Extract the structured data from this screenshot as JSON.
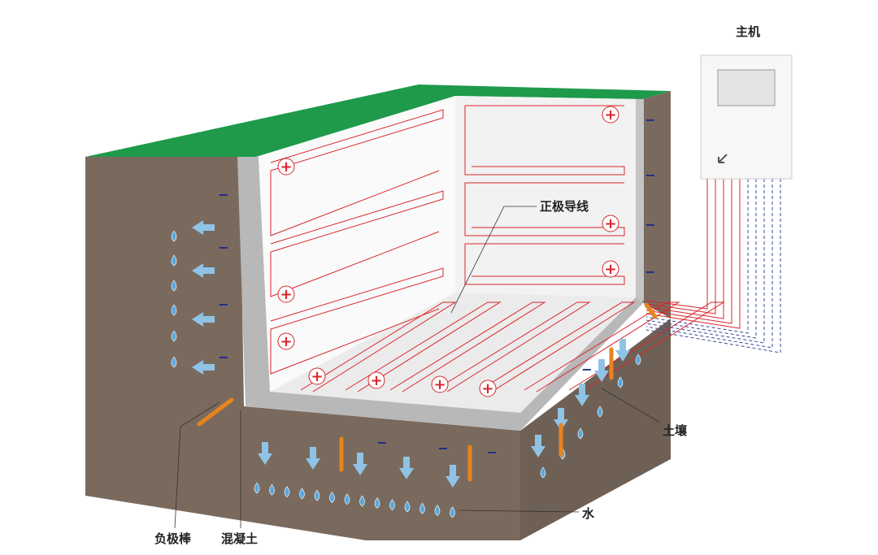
{
  "labels": {
    "host": "主机",
    "positive_wire": "正极导线",
    "soil": "土壤",
    "water": "水",
    "negative_rod": "负极棒",
    "concrete": "混凝土"
  },
  "symbols": {
    "plus": "+",
    "minus": "−"
  },
  "colors": {
    "soil": "#7a6a5e",
    "grass": "#1e9a4a",
    "concrete": "#b8b8b8",
    "wire": "#d9262b",
    "arrow": "#8fc3e6",
    "rod": "#e8841e",
    "minus": "#1a2a8c"
  }
}
